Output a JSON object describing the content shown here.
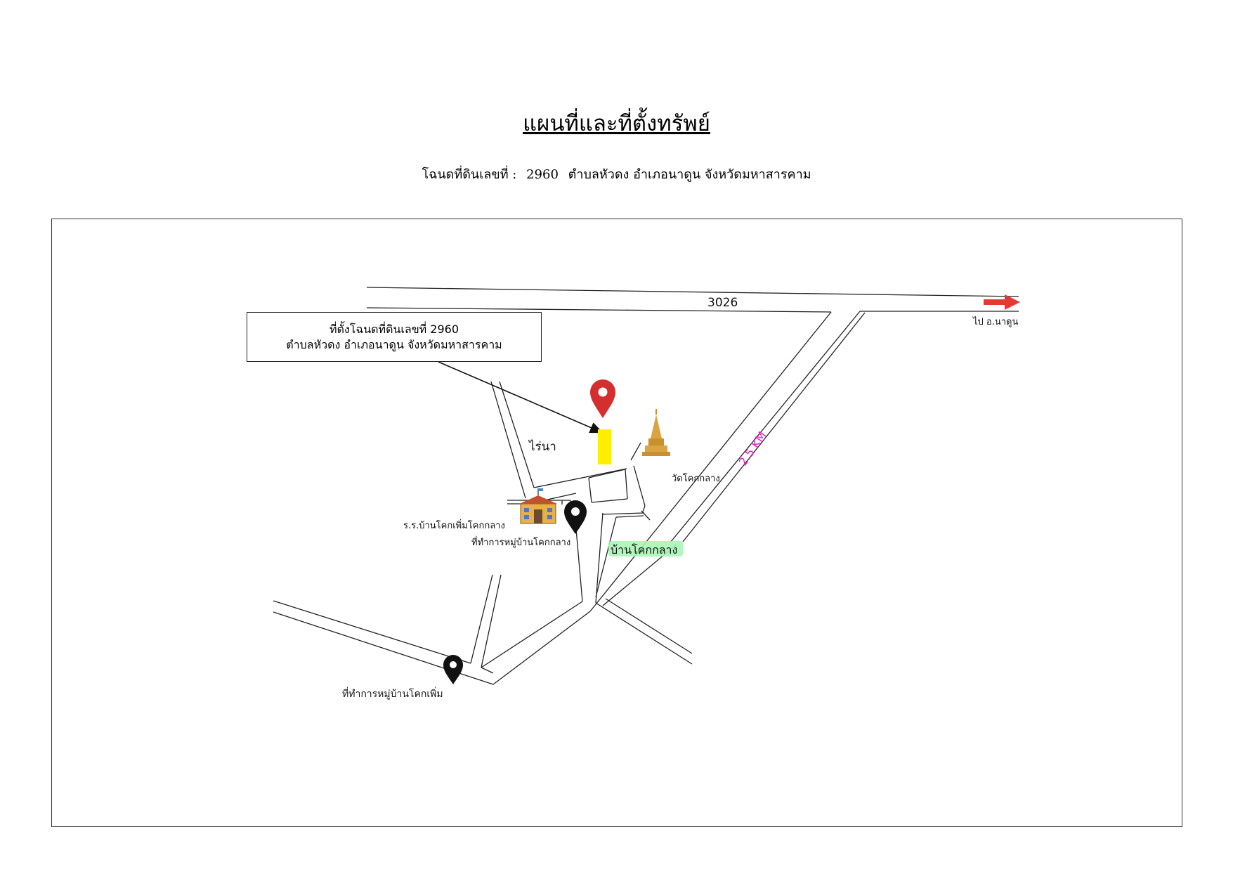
{
  "title": "แผนที่และที่ตั้งทรัพย์",
  "subtitle": {
    "label": "โฉนดที่ดินเลขที่ :",
    "deed_number": "2960",
    "location": "ตำบลหัวดง อำเภอนาดูน จังหวัดมหาสารคาม"
  },
  "map": {
    "callout_line1": "ที่ตั้งโฉนดที่ดินเลขที่ 2960",
    "callout_line2": "ตำบลหัวดง อำเภอนาดูน จังหวัดมหาสารคาม",
    "road_number": "3026",
    "direction_label": "ไป อ.นาดูน",
    "distance_label": "2.5 KM",
    "field_label": "ไร่นา",
    "temple_label": "วัดโคกกลาง",
    "school_label": "ร.ร.บ้านโคกเพิ่มโคกกลาง",
    "office1_label": "ที่ทำการหมู่บ้านโคกกลาง",
    "village_label": "บ้านโคกกลาง",
    "office2_label": "ที่ทำการหมู่บ้านโคกเพิ่ม",
    "colors": {
      "pin_red": "#d32f2f",
      "plot_yellow": "#ffee00",
      "arrow_red": "#e53935",
      "distance_magenta": "#e020c0",
      "village_highlight": "#a9f5b5",
      "temple_gold": "#d9a441"
    },
    "icons": [
      "location-pin-icon",
      "temple-icon",
      "school-icon",
      "map-marker-icon",
      "arrow-right-icon"
    ]
  }
}
